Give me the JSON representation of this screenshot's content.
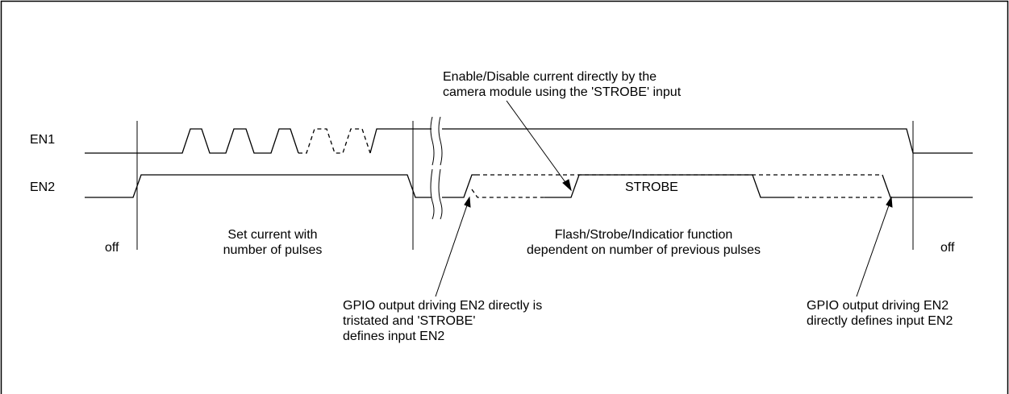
{
  "signals": {
    "en1": "EN1",
    "en2": "EN2"
  },
  "strobe_label": "STROBE",
  "phases": {
    "off_left": "off",
    "set_current": "Set current with\nnumber of pulses",
    "function": "Flash/Strobe/Indicatior function\ndependent on number of previous pulses",
    "off_right": "off"
  },
  "annotations": {
    "enable_disable": "Enable/Disable current directly by the\ncamera module using the 'STROBE' input",
    "gpio_tristated": "GPIO output driving EN2 directly is\ntristated and 'STROBE'\ndefines input EN2",
    "gpio_direct": "GPIO output driving EN2\ndirectly defines input EN2"
  }
}
